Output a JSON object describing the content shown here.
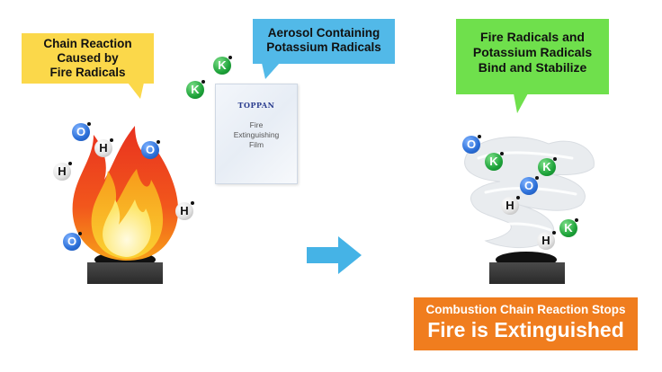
{
  "callouts": {
    "left": [
      "Chain Reaction",
      "Caused by",
      "Fire Radicals"
    ],
    "middle": [
      "Aerosol Containing",
      "Potassium Radicals"
    ],
    "right": [
      "Fire Radicals and",
      "Potassium Radicals",
      "Bind and Stabilize"
    ],
    "bottom_line1": "Combustion Chain Reaction Stops",
    "bottom_line2": "Fire is Extinguished"
  },
  "film": {
    "brand": "TOPPAN",
    "label": [
      "Fire",
      "Extinguishing",
      "Film"
    ]
  },
  "radicals": {
    "oxygen": "O",
    "hydrogen": "H",
    "potassium": "K"
  },
  "colors": {
    "left_callout": "#fbd84a",
    "middle_callout": "#52b9e8",
    "right_callout": "#6fe04c",
    "bottom_callout": "#f07d1e",
    "arrow": "#45b3e6",
    "oxygen": "#2b6fd8",
    "potassium": "#1ea33a",
    "hydrogen": "#e4e4e4"
  },
  "icons": {
    "fire": "flame-icon",
    "burner": "burner-stand-icon",
    "smoke": "smoke-cloud-icon",
    "arrow": "right-arrow-icon"
  }
}
